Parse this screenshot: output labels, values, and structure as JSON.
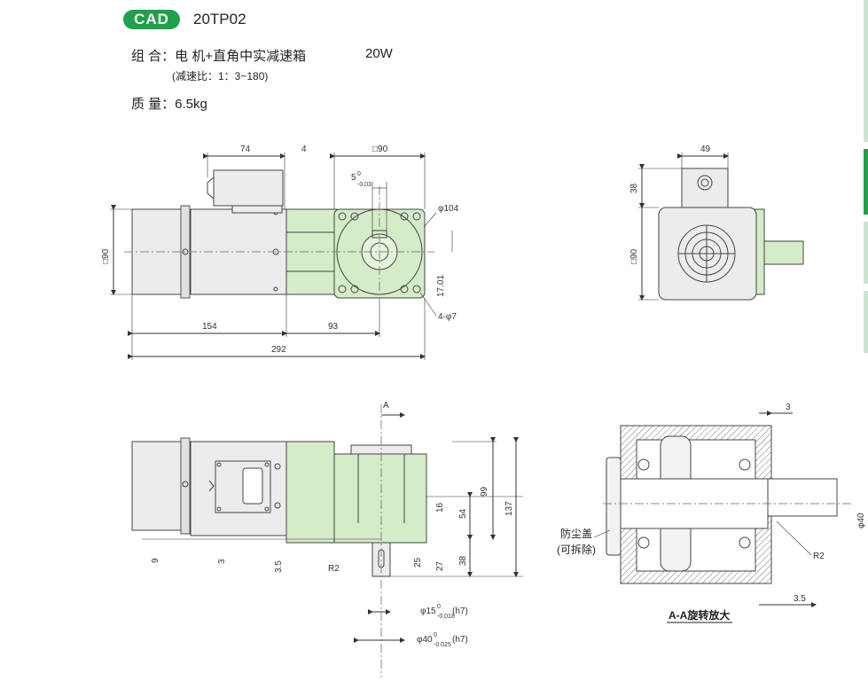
{
  "header": {
    "badge": "CAD",
    "model": "20TP02"
  },
  "spec": {
    "composition_label": "组 合：",
    "composition_value": "电 机+直角中实减速箱",
    "power": "20W",
    "ratio_note": "(减速比：1：3~180)",
    "mass_label": "质 量：",
    "mass_value": "6.5kg"
  },
  "dims": {
    "d74": "74",
    "d4": "4",
    "d90sq": "□90",
    "d5": "5",
    "d5tol": "-0.03",
    "d0tol": "0",
    "d104": "φ104",
    "d17": "17.01",
    "d4phi7": "4-φ7",
    "d154": "154",
    "d93": "93",
    "d292": "292",
    "d90side": "□90",
    "d49": "49",
    "d38": "38",
    "d90right": "□90",
    "d9": "9",
    "d3": "3",
    "d35": "3.5",
    "d16": "16",
    "d54": "54",
    "d99": "99",
    "d137": "137",
    "d25": "25",
    "d27": "27",
    "d38b": "38",
    "dR2": "R2",
    "d15": "φ15",
    "d15tol": "-0.018",
    "d15fit": "(h7)",
    "d40": "φ40",
    "d40tol": "-0.025",
    "d40fit": "(h7)",
    "secA": "A",
    "d3r": "3",
    "d35r": "3.5",
    "dR2r": "R2",
    "d40r": "φ40",
    "dust_cover": "防尘盖",
    "removable": "(可拆除)",
    "section_title": "A-A旋转放大"
  },
  "colors": {
    "brand": "#20a04a",
    "gearbox": "#d4ecc8",
    "motor": "#ececec"
  }
}
